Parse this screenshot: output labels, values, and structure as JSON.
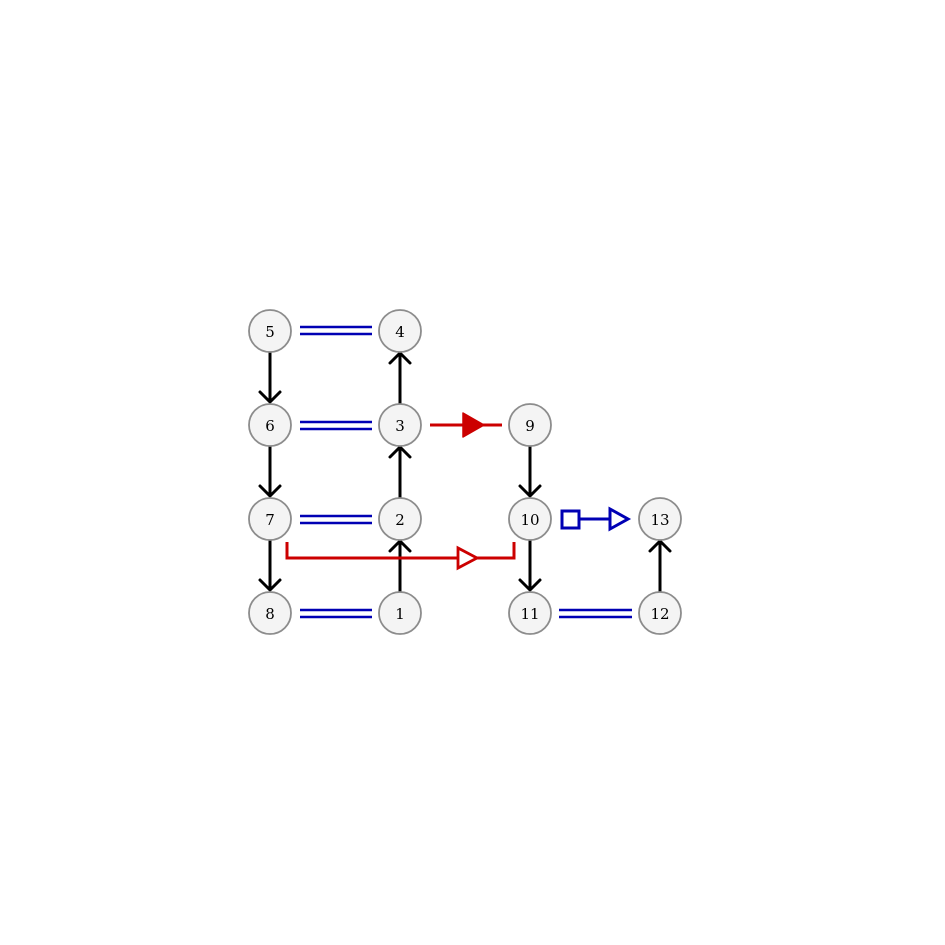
{
  "diagram": {
    "colors": {
      "node_fill": "#f4f4f4",
      "node_stroke": "#8c8c8c",
      "arrow_black": "#000000",
      "double_line_blue": "#0000b4",
      "red": "#cc0000",
      "blue": "#0000b4"
    },
    "nodes": [
      {
        "id": "n1",
        "label": "1"
      },
      {
        "id": "n2",
        "label": "2"
      },
      {
        "id": "n3",
        "label": "3"
      },
      {
        "id": "n4",
        "label": "4"
      },
      {
        "id": "n5",
        "label": "5"
      },
      {
        "id": "n6",
        "label": "6"
      },
      {
        "id": "n7",
        "label": "7"
      },
      {
        "id": "n8",
        "label": "8"
      },
      {
        "id": "n9",
        "label": "9"
      },
      {
        "id": "n10",
        "label": "10"
      },
      {
        "id": "n11",
        "label": "11"
      },
      {
        "id": "n12",
        "label": "12"
      },
      {
        "id": "n13",
        "label": "13"
      }
    ],
    "directed_edges": [
      {
        "from": "1",
        "to": "2"
      },
      {
        "from": "2",
        "to": "3"
      },
      {
        "from": "3",
        "to": "4"
      },
      {
        "from": "5",
        "to": "6"
      },
      {
        "from": "6",
        "to": "7"
      },
      {
        "from": "7",
        "to": "8"
      },
      {
        "from": "9",
        "to": "10"
      },
      {
        "from": "10",
        "to": "11"
      },
      {
        "from": "12",
        "to": "13"
      }
    ],
    "double_line_links": [
      {
        "a": "5",
        "b": "4"
      },
      {
        "a": "6",
        "b": "3"
      },
      {
        "a": "7",
        "b": "2"
      },
      {
        "a": "8",
        "b": "1"
      },
      {
        "a": "11",
        "b": "12"
      }
    ],
    "special_links": [
      {
        "from": "3",
        "to": "9",
        "color": "red",
        "marker": "filled-triangle"
      },
      {
        "from": "7",
        "to": "10",
        "color": "red",
        "marker": "open-triangle",
        "style": "bracket"
      },
      {
        "from": "10",
        "to": "13",
        "color": "blue",
        "marker": "square-to-open-triangle"
      }
    ]
  }
}
